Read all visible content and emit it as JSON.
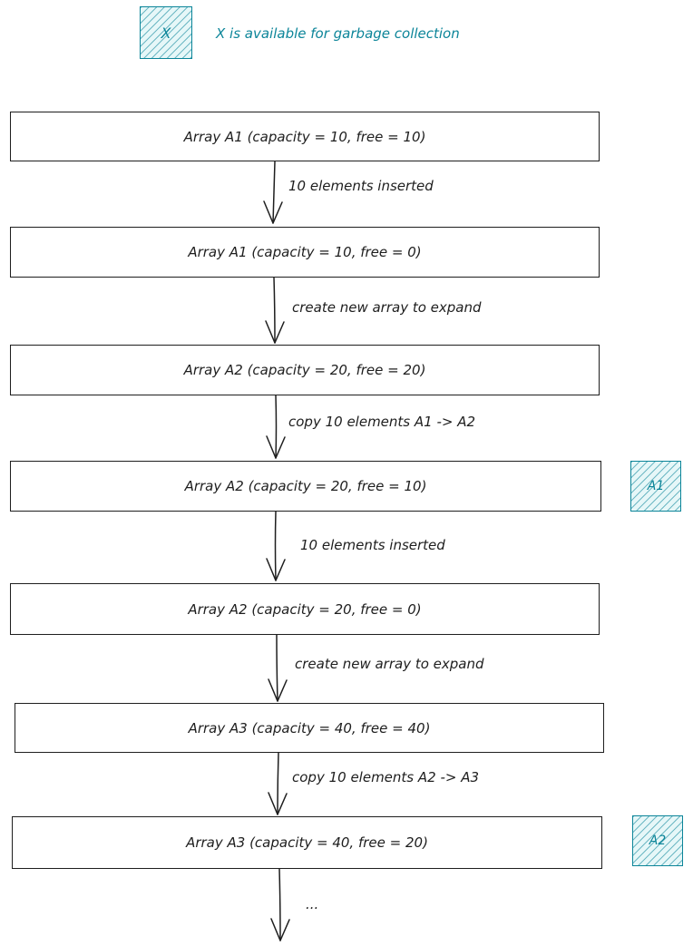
{
  "legend": {
    "box_label": "X",
    "text": "X is available for garbage collection"
  },
  "arrays": [
    {
      "label": "Array A1 (capacity = 10, free = 10)"
    },
    {
      "label": "Array A1 (capacity = 10, free = 0)"
    },
    {
      "label": "Array A2 (capacity = 20, free = 20)"
    },
    {
      "label": "Array A2 (capacity = 20, free = 10)"
    },
    {
      "label": "Array A2 (capacity = 20, free = 0)"
    },
    {
      "label": "Array A3 (capacity = 40, free = 40)"
    },
    {
      "label": "Array A3 (capacity = 40, free = 20)"
    }
  ],
  "steps": [
    {
      "label": "10 elements inserted"
    },
    {
      "label": "create new array to expand"
    },
    {
      "label": "copy 10 elements A1 -> A2"
    },
    {
      "label": "10 elements inserted"
    },
    {
      "label": "create new array to expand"
    },
    {
      "label": "copy 10 elements A2 -> A3"
    },
    {
      "label": "..."
    }
  ],
  "gc_markers": [
    {
      "label": "A1"
    },
    {
      "label": "A2"
    }
  ],
  "colors": {
    "accent": "#0c8599",
    "accent_fill": "#e6f7f8",
    "stroke": "#1e1e1e"
  }
}
